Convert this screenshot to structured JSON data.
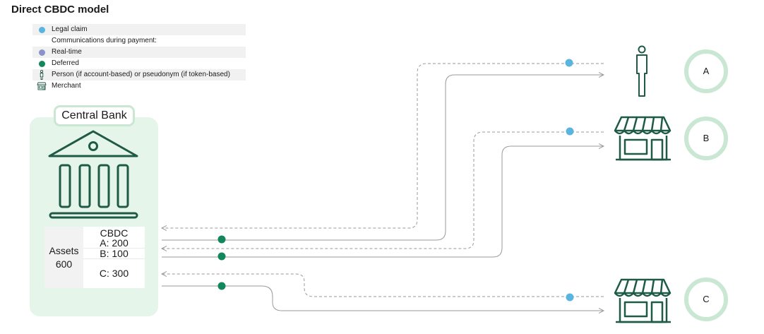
{
  "title": "Direct CBDC model",
  "legend": [
    {
      "label": "Legal claim",
      "symbol": "dot-light-blue"
    },
    {
      "label": "Communications during payment:",
      "symbol": "none"
    },
    {
      "label": "Real-time",
      "symbol": "dot-purple"
    },
    {
      "label": "Deferred",
      "symbol": "dot-green"
    },
    {
      "label": "Person (if account-based) or pseudonym (if token-based)",
      "symbol": "person-icon"
    },
    {
      "label": "Merchant",
      "symbol": "shop-icon"
    }
  ],
  "central_bank": {
    "label": "Central Bank",
    "assets_label": "Assets",
    "assets_value": "600",
    "cbdc_label": "CBDC",
    "holdings": {
      "a": "A: 200",
      "b": "B: 100",
      "c": "C: 300"
    }
  },
  "parties": [
    {
      "label": "A",
      "type": "person"
    },
    {
      "label": "B",
      "type": "merchant"
    },
    {
      "label": "C",
      "type": "merchant"
    }
  ],
  "colors": {
    "legal_claim": "#5ab4e0",
    "real_time": "#8a92c9",
    "deferred": "#13875c",
    "icon_stroke": "#1f5a46",
    "party_ring": "#c9e7d3",
    "bank_panel": "#e6f5ea",
    "line": "#9a9a9a"
  }
}
